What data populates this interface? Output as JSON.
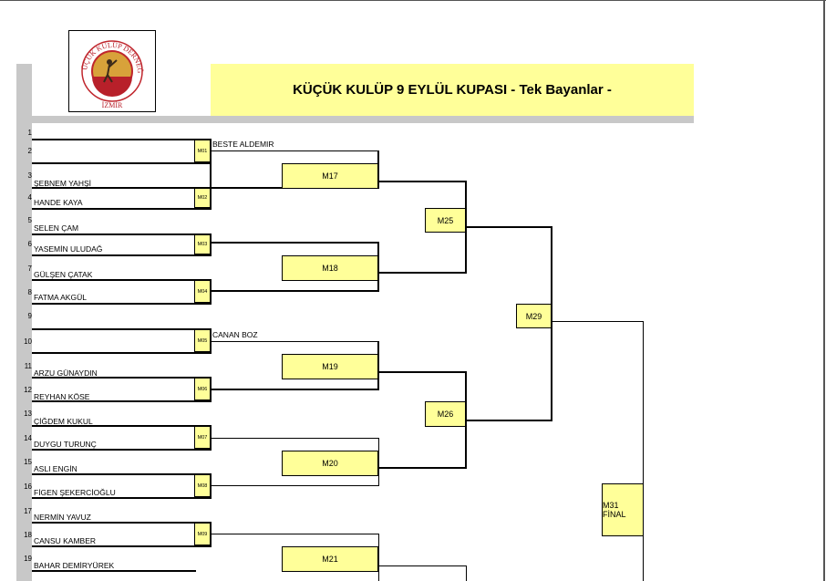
{
  "title": "KÜÇÜK KULÜP 9 EYLÜL KUPASI - Tek Bayanlar -",
  "logo": {
    "top_text": "KÜÇÜK KULÜP DERNEĞİ",
    "bottom_text": "İZMİR",
    "colors": {
      "ring": "#c0262d",
      "fill": "#d8a23a",
      "text": "#b8202a"
    }
  },
  "rows": [
    "1",
    "2",
    "3",
    "4",
    "5",
    "6",
    "7",
    "8",
    "9",
    "10",
    "11",
    "12",
    "13",
    "14",
    "15",
    "16",
    "17",
    "18",
    "19"
  ],
  "players": [
    "BESTE ALDEMIR",
    "ŞEBNEM YAHŞİ",
    "HANDE KAYA",
    "SELEN ÇAM",
    "YASEMİN ULUDAĞ",
    "GÜLŞEN ÇATAK",
    "FATMA AKGÜL",
    "CANAN BOZ",
    "ARZU GÜNAYDIN",
    "REYHAN KÖSE",
    "ÇİĞDEM KUKUL",
    "DUYGU TURUNÇ",
    "ASLI ENGİN",
    "FİGEN ŞEKERCİOĞLU",
    "NERMİN YAVUZ",
    "CANSU KAMBER",
    "BAHAR DEMİRYÜREK"
  ],
  "matches": {
    "m01": "M01",
    "m02": "M02",
    "m03": "M03",
    "m04": "M04",
    "m05": "M05",
    "m06": "M06",
    "m07": "M07",
    "m08": "M08",
    "m09": "M09",
    "m17": "M17",
    "m18": "M18",
    "m19": "M19",
    "m20": "M20",
    "m21": "M21",
    "m25": "M25",
    "m26": "M26",
    "m29": "M29",
    "m31": "M31 FİNAL"
  },
  "colors": {
    "highlight": "#ffff99",
    "band": "#c8c8c8"
  }
}
